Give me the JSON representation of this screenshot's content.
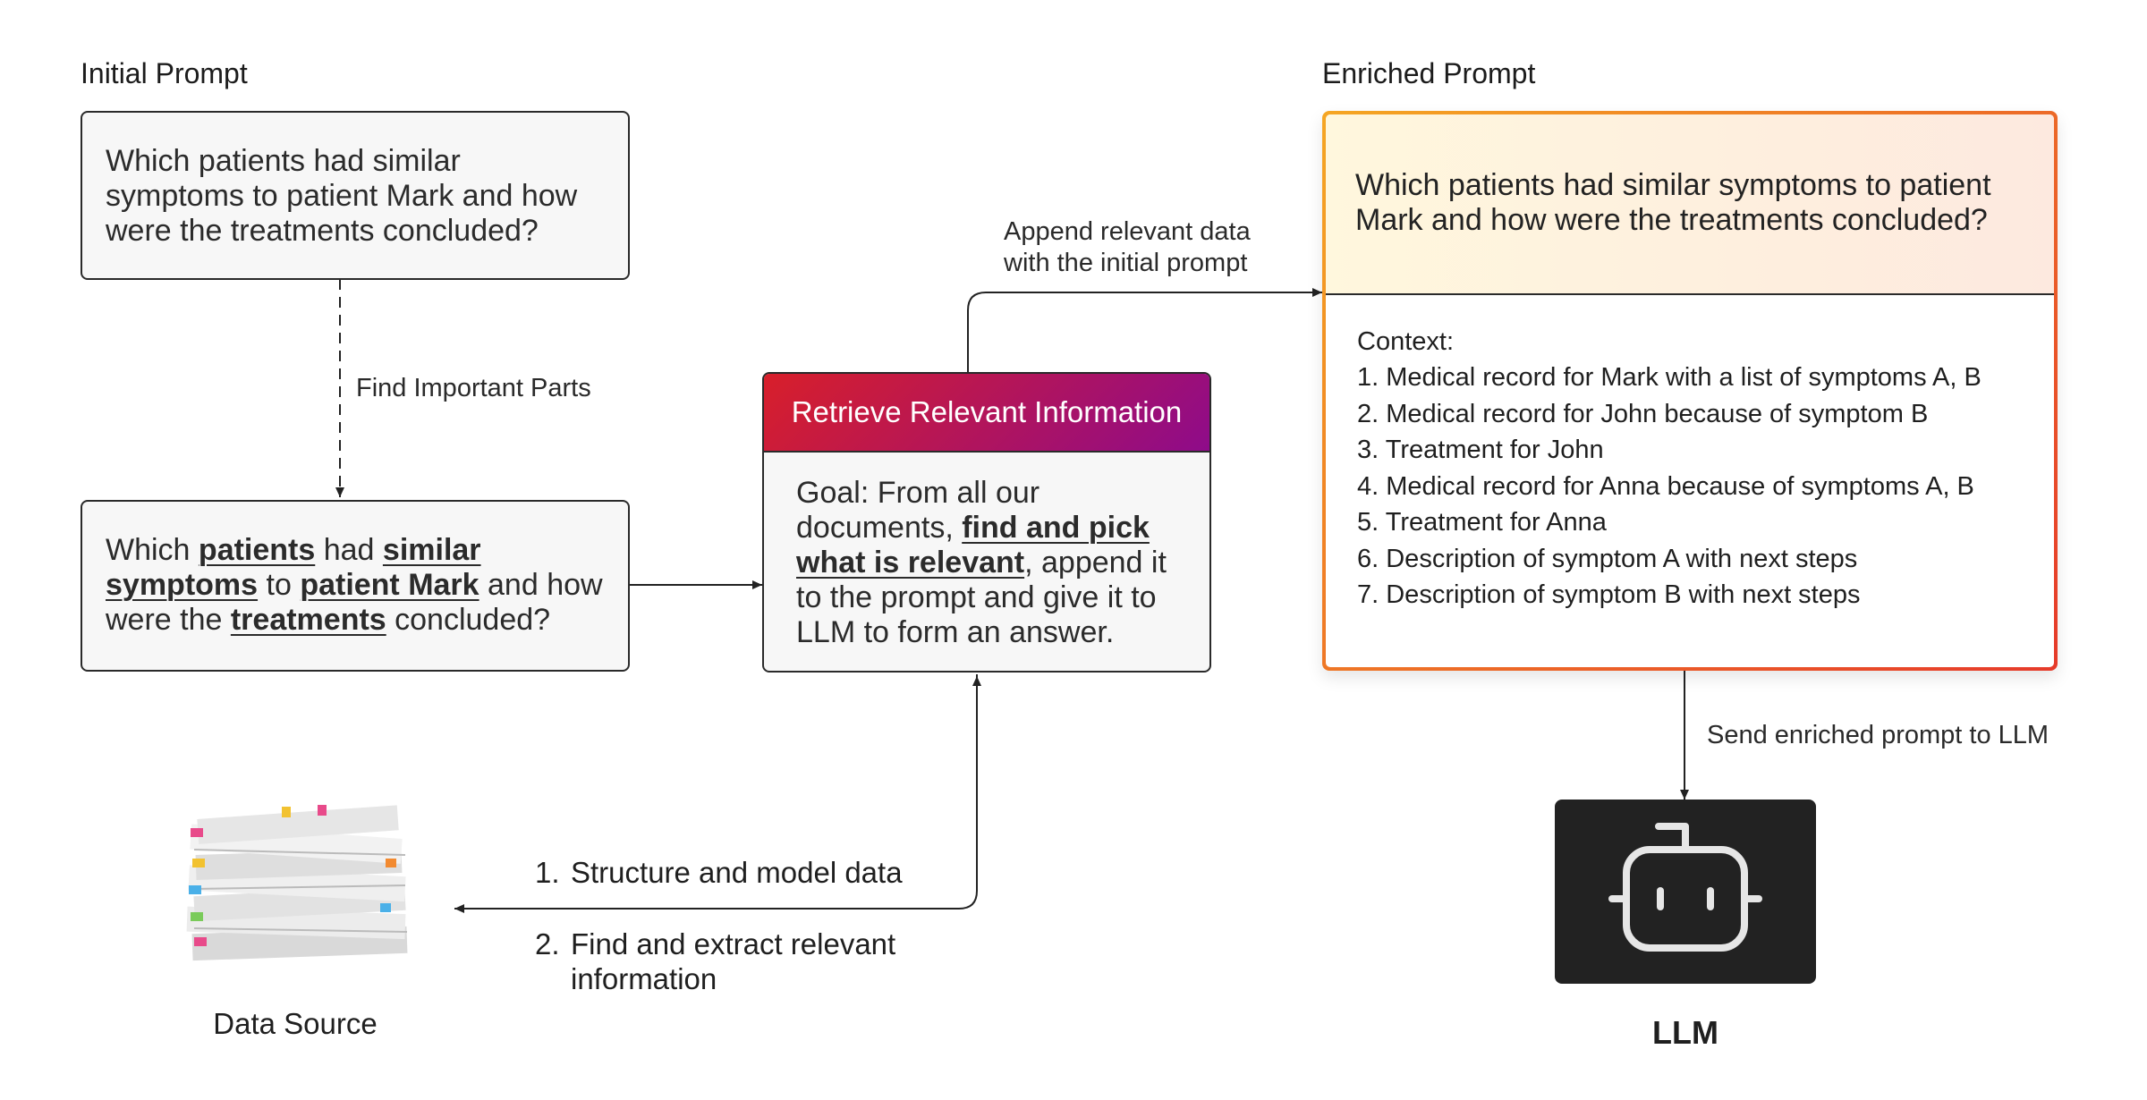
{
  "initial": {
    "heading": "Initial Prompt",
    "question": "Which patients had similar symptoms to patient Mark and how were the treatments concluded?"
  },
  "find_parts_label": "Find Important Parts",
  "highlighted": {
    "t1": "Which ",
    "h1": "patients",
    "t2": " had ",
    "h2": "similar symptoms",
    "t3": " to ",
    "h3": "patient Mark",
    "t4": " and how were the ",
    "h4": "treatments",
    "t5": " concluded?"
  },
  "retrieve": {
    "title": "Retrieve Relevant Information",
    "t1": "Goal: From all our documents, ",
    "h1": "find and pick what is relevant",
    "t2": ", append it to the prompt and give it to LLM to form an answer."
  },
  "append_label": [
    "Append relevant data",
    "with the initial prompt"
  ],
  "enriched": {
    "heading": "Enriched Prompt",
    "question": "Which patients had similar symptoms to patient Mark and how were the treatments concluded?",
    "context_title": "Context:",
    "context_items": [
      "1. Medical record for Mark with a list of symptoms A, B",
      "2. Medical record for John because of symptom B",
      "3. Treatment for John",
      "4. Medical record for Anna because of symptoms A, B",
      "5. Treatment for Anna",
      "6. Description of symptom A with next steps",
      "7. Description of symptom B with next steps"
    ]
  },
  "steps": [
    {
      "num": "1.",
      "text": "Structure and model data"
    },
    {
      "num": "2.",
      "text": "Find and extract relevant information"
    }
  ],
  "data_source_label": "Data Source",
  "send_label": "Send enriched prompt to LLM",
  "llm_label": "LLM",
  "colors": {
    "retrieve_header_start": "#d81f2a",
    "retrieve_header_end": "#8e0b8a",
    "enriched_border_start": "#f5a623",
    "enriched_border_end": "#e63a2a",
    "llm_box": "#222222"
  }
}
